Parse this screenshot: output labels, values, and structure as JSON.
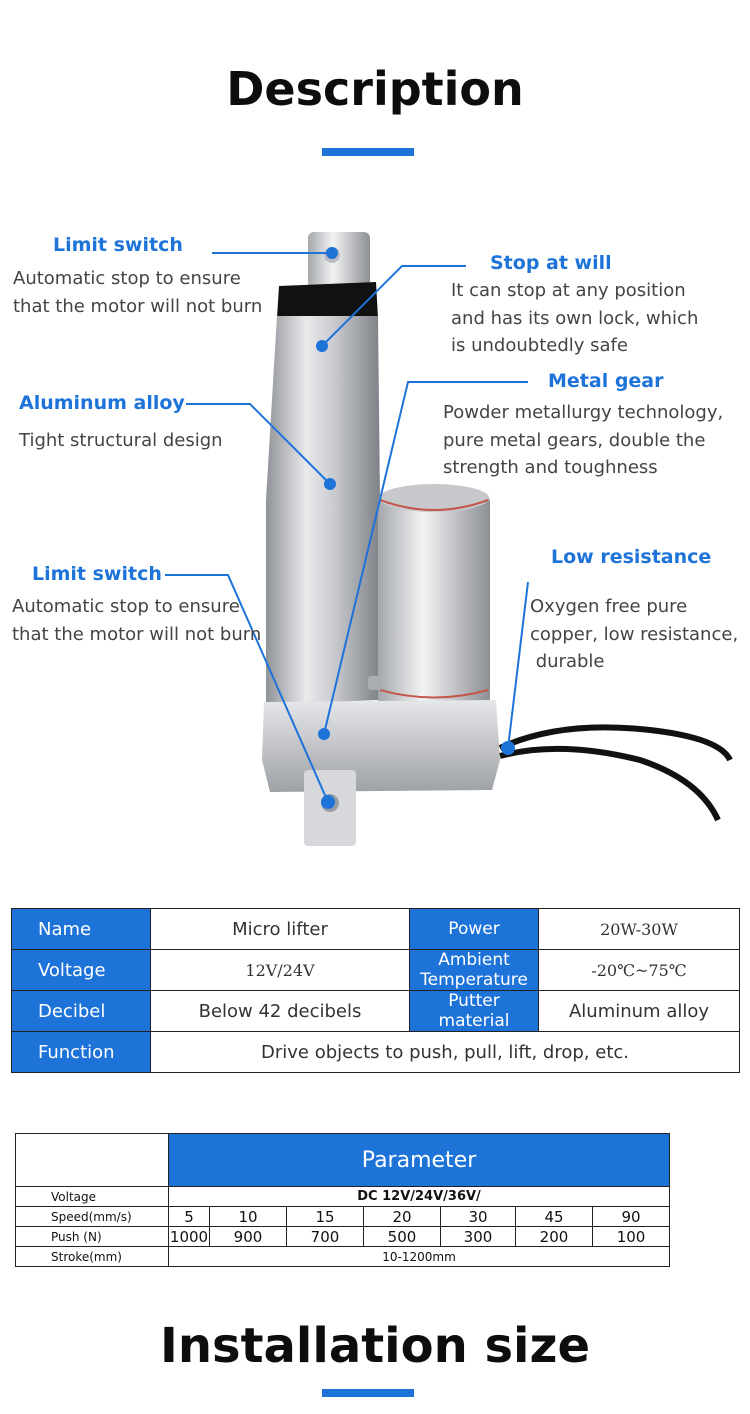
{
  "headings": {
    "description": "Description",
    "installation": "Installation size"
  },
  "colors": {
    "accent": "#1e73d9",
    "table_header": "#1e73d9"
  },
  "annotations": {
    "limit_switch_top": {
      "title": "Limit switch",
      "lines": [
        "Automatic stop to ensure",
        "that the motor will not burn"
      ]
    },
    "stop_at_will": {
      "title": "Stop at will",
      "lines": [
        "It can stop at any position",
        "and has its own lock, which",
        "is undoubtedly safe"
      ]
    },
    "aluminum_alloy": {
      "title": "Aluminum alloy",
      "lines": [
        "Tight structural design"
      ]
    },
    "metal_gear": {
      "title": "Metal gear",
      "lines": [
        "Powder metallurgy technology,",
        "pure metal gears, double the",
        "strength and toughness"
      ]
    },
    "limit_switch_bottom": {
      "title": "Limit switch",
      "lines": [
        "Automatic stop to ensure",
        "that the motor will not burn"
      ]
    },
    "low_resistance": {
      "title": "Low resistance",
      "lines": [
        "Oxygen free pure",
        "copper, low resistance,",
        " durable"
      ]
    }
  },
  "spec_table": {
    "name_label": "Name",
    "name_value": "Micro lifter",
    "power_label": "Power",
    "power_value": "20W-30W",
    "voltage_label": "Voltage",
    "voltage_value": "12V/24V",
    "ambient_label_1": "Ambient",
    "ambient_label_2": "Temperature",
    "ambient_value": "-20℃~75℃",
    "decibel_label": "Decibel",
    "decibel_value": "Below 42 decibels",
    "putter_label_1": "Putter",
    "putter_label_2": "material",
    "putter_value": "Aluminum alloy",
    "function_label": "Function",
    "function_value": "Drive objects to push, pull, lift, drop, etc."
  },
  "param_table": {
    "header": "Parameter",
    "voltage_label": "Voltage",
    "voltage_value": "DC 12V/24V/36V/",
    "speed_label": "Speed(mm/s)",
    "speed_values": [
      "5",
      "10",
      "15",
      "20",
      "30",
      "45",
      "90"
    ],
    "push_label": "Push (N)",
    "push_values": [
      "1000",
      "900",
      "700",
      "500",
      "300",
      "200",
      "100"
    ],
    "stroke_label": "Stroke(mm)",
    "stroke_value": "10-1200mm"
  }
}
